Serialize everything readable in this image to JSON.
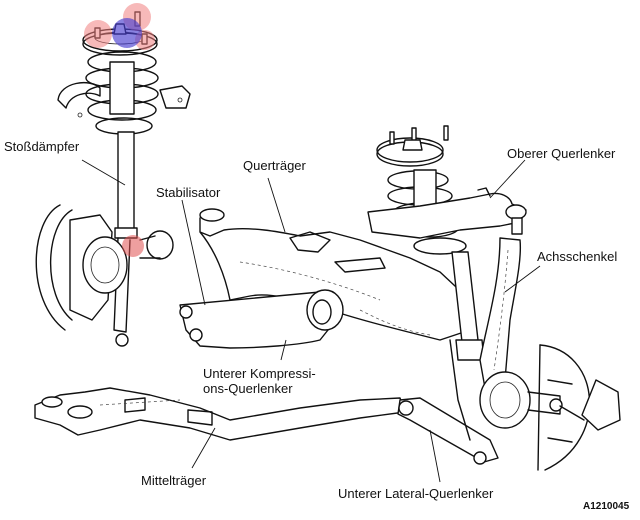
{
  "diagram": {
    "subject": "front-suspension-exploded-view",
    "labels": {
      "shock_absorber": "Stoßdämpfer",
      "stabilizer": "Stabilisator",
      "crossmember": "Querträger",
      "upper_control_arm": "Oberer Querlenker",
      "steering_knuckle": "Achsschenkel",
      "lower_compression_arm_line1": "Unterer Kompressi-",
      "lower_compression_arm_line2": "ons-Querlenker",
      "center_member": "Mittelträger",
      "lower_lateral_arm": "Unterer Lateral-Querlenker"
    },
    "figure_code": "A1210045",
    "highlights": {
      "red": "#f08080",
      "blue": "#4a3fd0"
    }
  }
}
